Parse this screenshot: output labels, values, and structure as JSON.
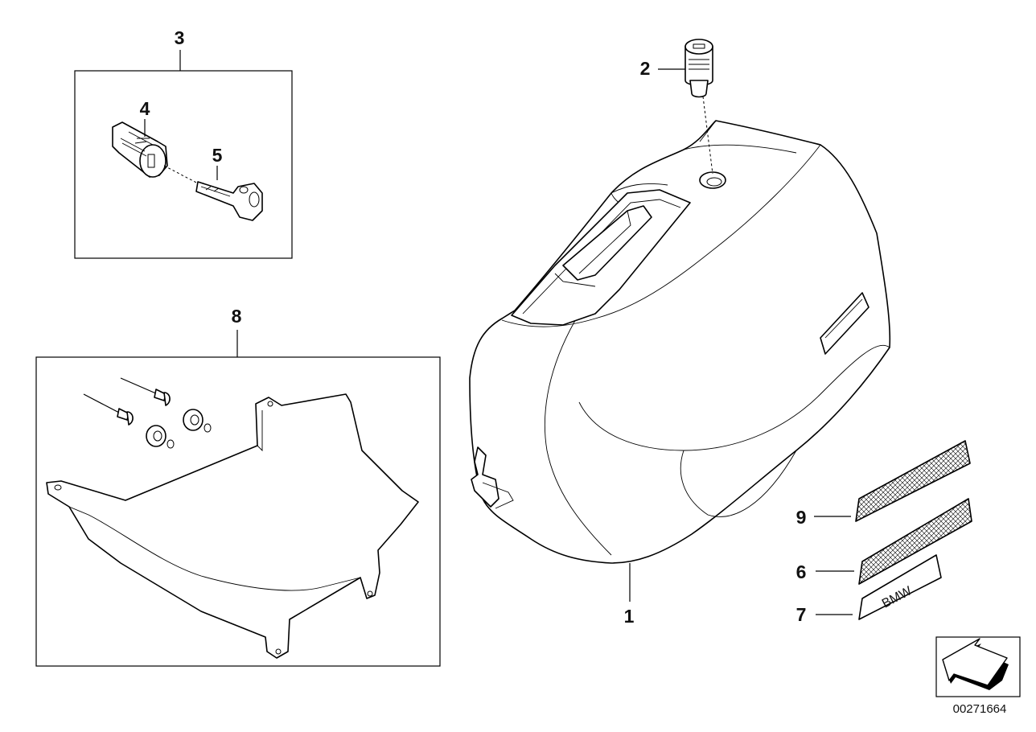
{
  "diagram": {
    "callouts": [
      {
        "id": "c1",
        "label": "1"
      },
      {
        "id": "c2",
        "label": "2"
      },
      {
        "id": "c3",
        "label": "3"
      },
      {
        "id": "c4",
        "label": "4"
      },
      {
        "id": "c5",
        "label": "5"
      },
      {
        "id": "c6",
        "label": "6"
      },
      {
        "id": "c7",
        "label": "7"
      },
      {
        "id": "c8",
        "label": "8"
      },
      {
        "id": "c9",
        "label": "9"
      }
    ],
    "emblem_text": "BMW",
    "document_number": "00271664",
    "direction_icon": "arrow-left-down-icon"
  }
}
